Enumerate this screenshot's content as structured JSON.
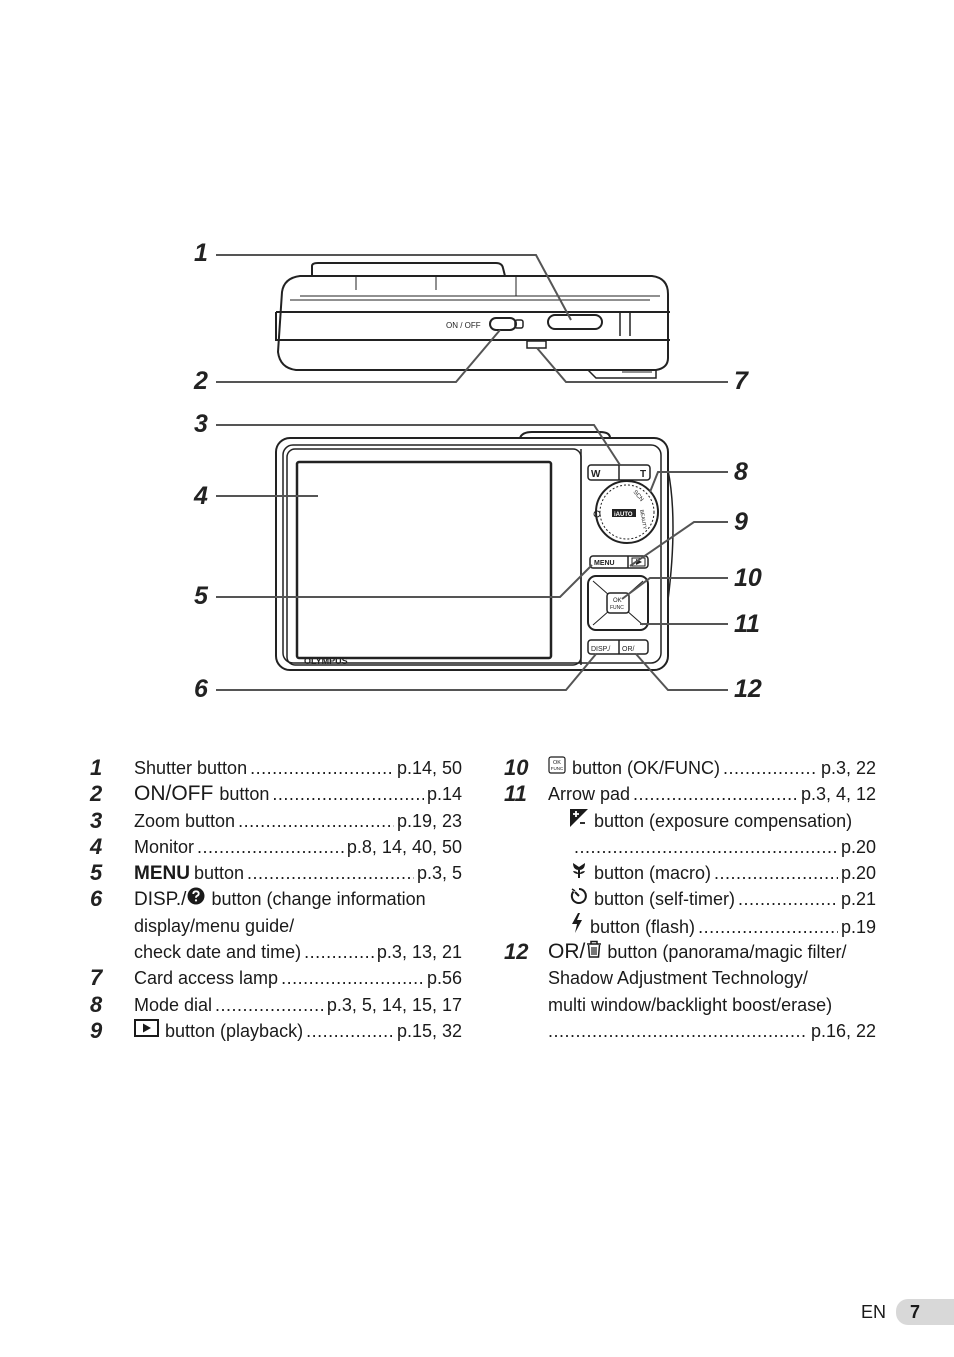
{
  "diagram": {
    "callouts": [
      "1",
      "2",
      "3",
      "4",
      "5",
      "6",
      "7",
      "8",
      "9",
      "10",
      "11",
      "12"
    ],
    "onoff_label": "ON / OFF",
    "zoom_label_w": "W",
    "zoom_label_t": "T",
    "menu_label": "MENU",
    "ok_label_1": "OK",
    "ok_label_2": "FUNC",
    "disp_label": "DISP./",
    "or_label": "OR/",
    "dial_auto": "iAUTO",
    "dial_beauty": "BEAUTY",
    "dial_scn": "SCN",
    "brand": "OLYMPUS"
  },
  "legend_left": [
    {
      "num": "1",
      "text": "Shutter button",
      "page": "p.14, 50"
    },
    {
      "num": "2",
      "symbol": "ON/OFF",
      "text": "button",
      "page": "p.14"
    },
    {
      "num": "3",
      "text": "Zoom button",
      "page": "p.19, 23"
    },
    {
      "num": "4",
      "text": "Monitor",
      "page": "p.8, 14, 40, 50"
    },
    {
      "num": "5",
      "symbol": "MENU",
      "text": "button",
      "page": "p.3, 5"
    },
    {
      "num": "6",
      "symbol": "DISP./",
      "text": "button (change information",
      "line2": "display/menu guide/",
      "line3": "check date and time)",
      "page": "p.3, 13, 21"
    },
    {
      "num": "7",
      "text": "Card access lamp",
      "page": "p.56"
    },
    {
      "num": "8",
      "text": "Mode dial",
      "page": "p.3, 5, 14, 15, 17"
    },
    {
      "num": "9",
      "text": "button (playback)",
      "page": "p.15, 32"
    }
  ],
  "legend_right": [
    {
      "num": "10",
      "text": "button (OK/FUNC)",
      "page": "p.3, 22"
    },
    {
      "num": "11",
      "text": "Arrow pad",
      "page": "p.3, 4, 12"
    },
    {
      "sub": "button (exposure compensation)",
      "page": "p.20"
    },
    {
      "sub": "button (macro)",
      "page": "p.20"
    },
    {
      "sub": "button (self-timer)",
      "page": "p.21"
    },
    {
      "sub": "button (flash)",
      "page": "p.19"
    },
    {
      "num": "12",
      "symbol": "OR/",
      "text": "button (panorama/magic filter/",
      "line2": "Shadow Adjustment Technology/",
      "line3": "multi window/backlight boost/erase)",
      "page": "p.16, 22"
    }
  ],
  "footer": {
    "lang": "EN",
    "page": "7"
  }
}
